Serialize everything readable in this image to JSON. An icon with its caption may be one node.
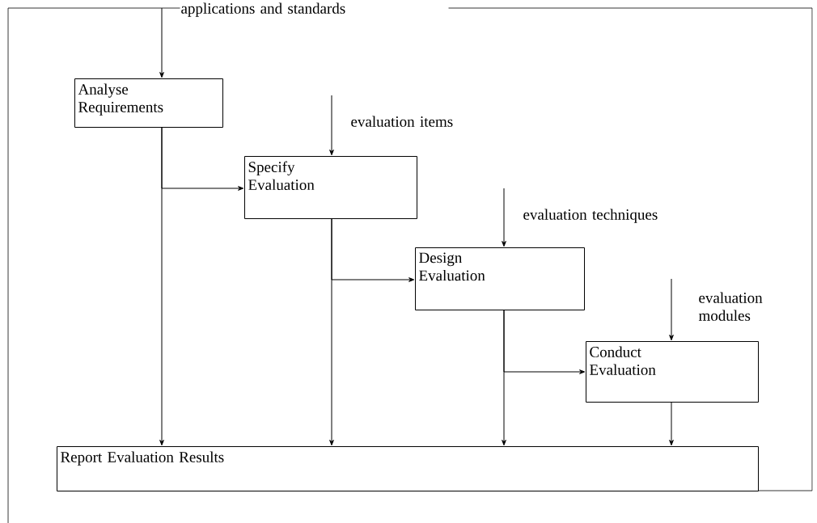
{
  "diagram": {
    "nodes": [
      {
        "text": [
          "Analyse Requirements"
        ]
      },
      {
        "text": [
          "Specify Evaluation"
        ]
      },
      {
        "text": [
          "Design Evaluation"
        ]
      },
      {
        "text": [
          "Conduct Evaluation"
        ]
      },
      {
        "text": [
          "Report Evaluation Results"
        ]
      }
    ],
    "edges": [
      {
        "from": null,
        "to": 0,
        "arrow": "to",
        "label": "applications and standards"
      },
      {
        "from": 0,
        "to": 1,
        "arrow": "to"
      },
      {
        "from": 0,
        "to": 4,
        "arrow": "to"
      },
      {
        "from": null,
        "to": 1,
        "arrow": "to",
        "label": "evaluation items"
      },
      {
        "from": 1,
        "to": 2,
        "arrow": "to"
      },
      {
        "from": 1,
        "to": 4,
        "arrow": "to"
      },
      {
        "from": null,
        "to": 2,
        "arrow": "to",
        "label": "evaluation techniques"
      },
      {
        "from": 2,
        "to": 3,
        "arrow": "to"
      },
      {
        "from": 2,
        "to": 4,
        "arrow": "to"
      },
      {
        "from": null,
        "to": 3,
        "arrow": "to",
        "label": "evaluation modules"
      },
      {
        "from": 3,
        "to": 4,
        "arrow": "to"
      }
    ]
  }
}
